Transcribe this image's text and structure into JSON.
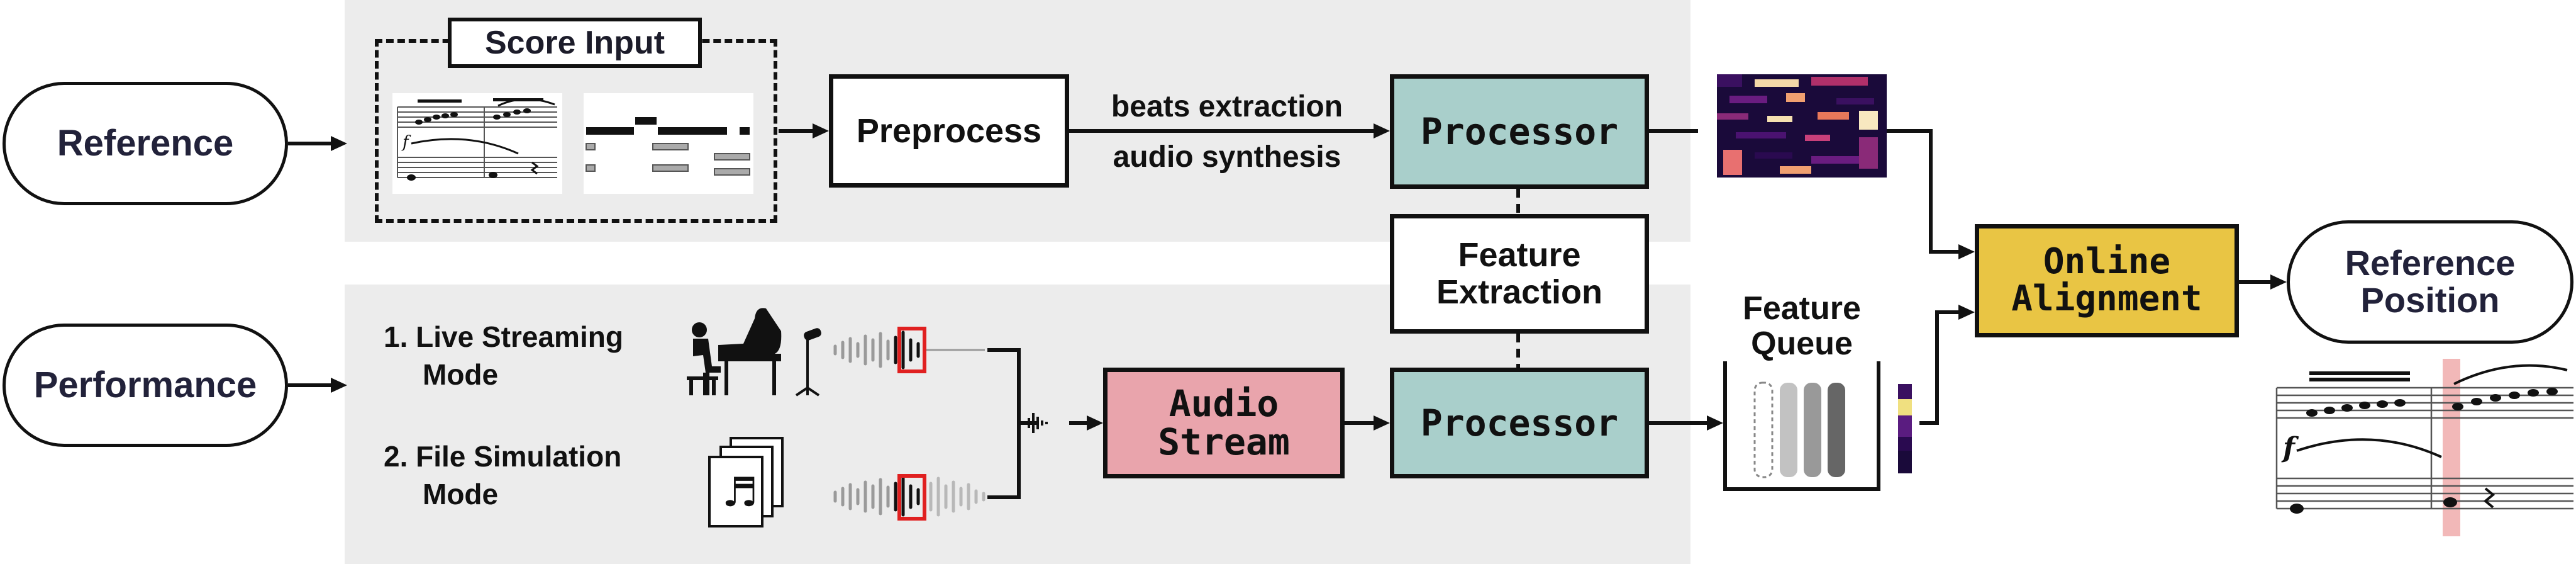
{
  "nodes": {
    "reference": "Reference",
    "performance": "Performance",
    "score_input": "Score Input",
    "preprocess": "Preprocess",
    "beats_extraction": "beats extraction",
    "audio_synthesis": "audio synthesis",
    "processor_top": "Processor",
    "processor_bottom": "Processor",
    "feature_extraction_line1": "Feature",
    "feature_extraction_line2": "Extraction",
    "audio_stream_line1": "Audio",
    "audio_stream_line2": "Stream",
    "feature_queue_line1": "Feature",
    "feature_queue_line2": "Queue",
    "online_alignment_line1": "Online",
    "online_alignment_line2": "Alignment",
    "reference_position_line1": "Reference",
    "reference_position_line2": "Position"
  },
  "modes": {
    "live_line1": "1. Live Streaming",
    "live_line2": "Mode",
    "file_line1": "2. File Simulation",
    "file_line2": "Mode"
  },
  "colors": {
    "background_panel": "#ececec",
    "processor": "#a9cfcb",
    "audio_stream": "#e9a4ac",
    "online_alignment": "#e9c544",
    "highlight": "#e02020"
  },
  "icons": [
    "piano-player-icon",
    "microphone-icon",
    "music-files-icon",
    "waveform-icon",
    "chromagram-icon",
    "sheet-music-icon",
    "piano-roll-icon"
  ]
}
